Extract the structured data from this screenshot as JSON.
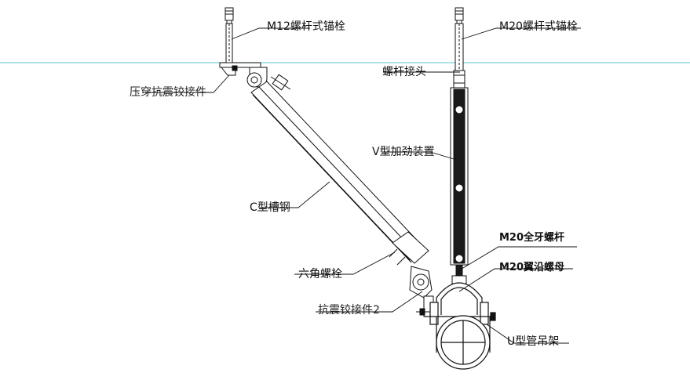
{
  "labels": {
    "anchor_m12": "M12螺杆式锚栓",
    "anchor_m20": "M20螺杆式锚栓",
    "rod_coupler": "螺杆接头",
    "press_hinge": "压穿抗震铰接件",
    "v_stiffener": "V型加劲装置",
    "c_channel": "C型槽钢",
    "m20_rod": "M20全牙螺杆",
    "hex_bolt": "六角螺栓",
    "m20_flange_nut": "M20翼沿螺母",
    "hinge_2": "抗震铰接件2",
    "u_hanger": "U型管吊架"
  },
  "colors": {
    "ceiling_line": "#7fd3d6",
    "stroke": "#111111",
    "channel_fill": "#1a1a1a"
  }
}
